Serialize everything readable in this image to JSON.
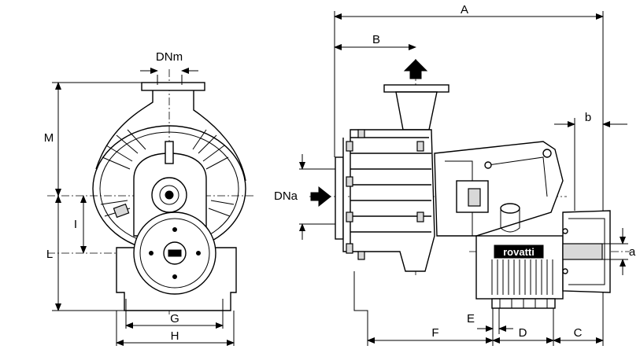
{
  "drawing": {
    "brand_label": "rovatti",
    "front_view": {
      "labels": {
        "DNm": "DNm",
        "M": "M",
        "L": "L",
        "I": "I",
        "G": "G",
        "H": "H"
      }
    },
    "side_view": {
      "labels": {
        "A": "A",
        "B": "B",
        "b": "b",
        "DNa": "DNa",
        "a": "a",
        "F": "F",
        "E": "E",
        "D": "D",
        "C": "C"
      }
    }
  }
}
